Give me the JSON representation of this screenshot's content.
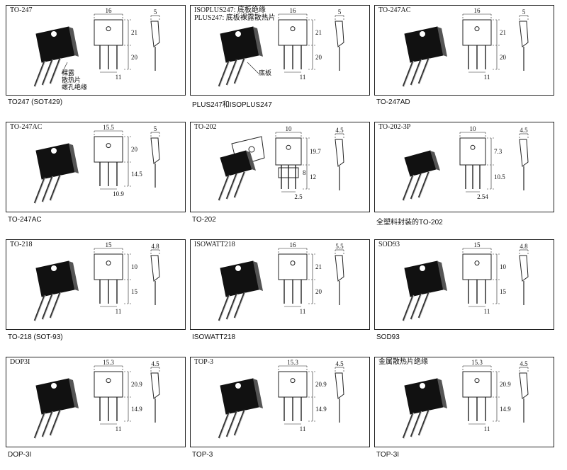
{
  "packages": [
    {
      "id": "to247-sot429",
      "label": "TO-247",
      "label2": "",
      "caption": "TO247 (SOT429)",
      "notes": [
        "裸露",
        "散热片",
        "螺孔绝缘"
      ],
      "dims": {
        "width": "16",
        "thick": "5",
        "upper": "21",
        "lower": "20",
        "pin": "11",
        "extra": ""
      }
    },
    {
      "id": "plus247",
      "label": "ISOPLUS247: 底板绝缘",
      "label2": "PLUS247: 底板裸露散热片",
      "caption": "PLUS247和ISOPLUS247",
      "notes": [
        "底板"
      ],
      "dims": {
        "width": "16",
        "thick": "5",
        "upper": "21",
        "lower": "20",
        "pin": "11",
        "extra": ""
      }
    },
    {
      "id": "to247ad",
      "label": "TO-247AC",
      "label2": "",
      "caption": "TO-247AD",
      "notes": [],
      "dims": {
        "width": "16",
        "thick": "5",
        "upper": "21",
        "lower": "20",
        "pin": "11",
        "extra": ""
      }
    },
    {
      "id": "to247ac",
      "label": "TO-247AC",
      "label2": "",
      "caption": "TO-247AC",
      "notes": [],
      "dims": {
        "width": "15.5",
        "thick": "5",
        "upper": "20",
        "lower": "14.5",
        "pin": "10.9",
        "extra": ""
      }
    },
    {
      "id": "to202",
      "label": "TO-202",
      "label2": "",
      "caption": "TO-202",
      "notes": [],
      "dims": {
        "width": "10",
        "thick": "4.5",
        "upper": "19.7",
        "lower": "12",
        "pin": "2.5",
        "extra": "8"
      }
    },
    {
      "id": "to202-3p",
      "label": "TO-202-3P",
      "label2": "",
      "caption": "全塑料封装的TO-202",
      "notes": [],
      "dims": {
        "width": "10",
        "thick": "4.5",
        "upper": "7.3",
        "lower": "10.5",
        "pin": "2.54",
        "extra": ""
      }
    },
    {
      "id": "to218",
      "label": "TO-218",
      "label2": "",
      "caption": "TO-218 (SOT-93)",
      "notes": [],
      "dims": {
        "width": "15",
        "thick": "4.8",
        "upper": "10",
        "lower": "15",
        "pin": "11",
        "extra": ""
      }
    },
    {
      "id": "isowatt218",
      "label": "ISOWATT218",
      "label2": "",
      "caption": "ISOWATT218",
      "notes": [],
      "dims": {
        "width": "16",
        "thick": "5.5",
        "upper": "21",
        "lower": "20",
        "pin": "11",
        "extra": ""
      }
    },
    {
      "id": "sod93",
      "label": "SOD93",
      "label2": "",
      "caption": "SOD93",
      "notes": [],
      "dims": {
        "width": "15",
        "thick": "4.8",
        "upper": "10",
        "lower": "15",
        "pin": "11",
        "extra": ""
      }
    },
    {
      "id": "dop3i",
      "label": "DOP3I",
      "label2": "",
      "caption": "DOP-3I",
      "notes": [],
      "dims": {
        "width": "15.3",
        "thick": "4.5",
        "upper": "20.9",
        "lower": "14.9",
        "pin": "11",
        "extra": ""
      }
    },
    {
      "id": "top3",
      "label": "TOP-3",
      "label2": "",
      "caption": "TOP-3",
      "notes": [],
      "dims": {
        "width": "15.3",
        "thick": "4.5",
        "upper": "20.9",
        "lower": "14.9",
        "pin": "11",
        "extra": ""
      }
    },
    {
      "id": "top3i",
      "label": "金属散热片绝缘",
      "label2": "",
      "caption": "TOP-3I",
      "notes": [],
      "dims": {
        "width": "15.3",
        "thick": "4.5",
        "upper": "20.9",
        "lower": "14.9",
        "pin": "11",
        "extra": ""
      }
    }
  ]
}
